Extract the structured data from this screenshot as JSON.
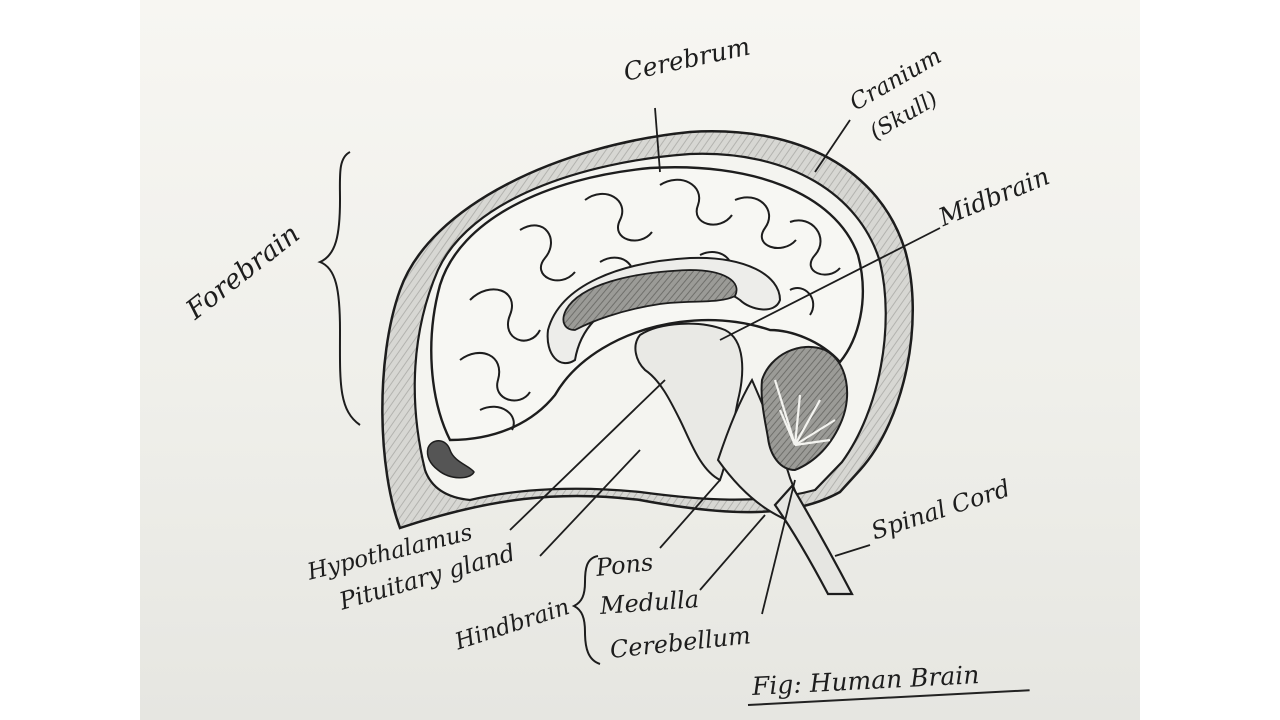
{
  "labels": {
    "cerebrum": "Cerebrum",
    "cranium": "Cranium",
    "skull": "(Skull)",
    "midbrain": "Midbrain",
    "forebrain": "Forebrain",
    "hypothalamus": "Hypothalamus",
    "pituitary_gland": "Pituitary gland",
    "hindbrain": "Hindbrain",
    "pons": "Pons",
    "medulla": "Medulla",
    "cerebellum": "Cerebellum",
    "spinal_cord": "Spinal Cord"
  },
  "caption": "Fig: Human Brain",
  "colors": {
    "ink": "#1d1d1d",
    "pencil_shade": "#bdbdbd",
    "paper": "#f2f2ee"
  }
}
